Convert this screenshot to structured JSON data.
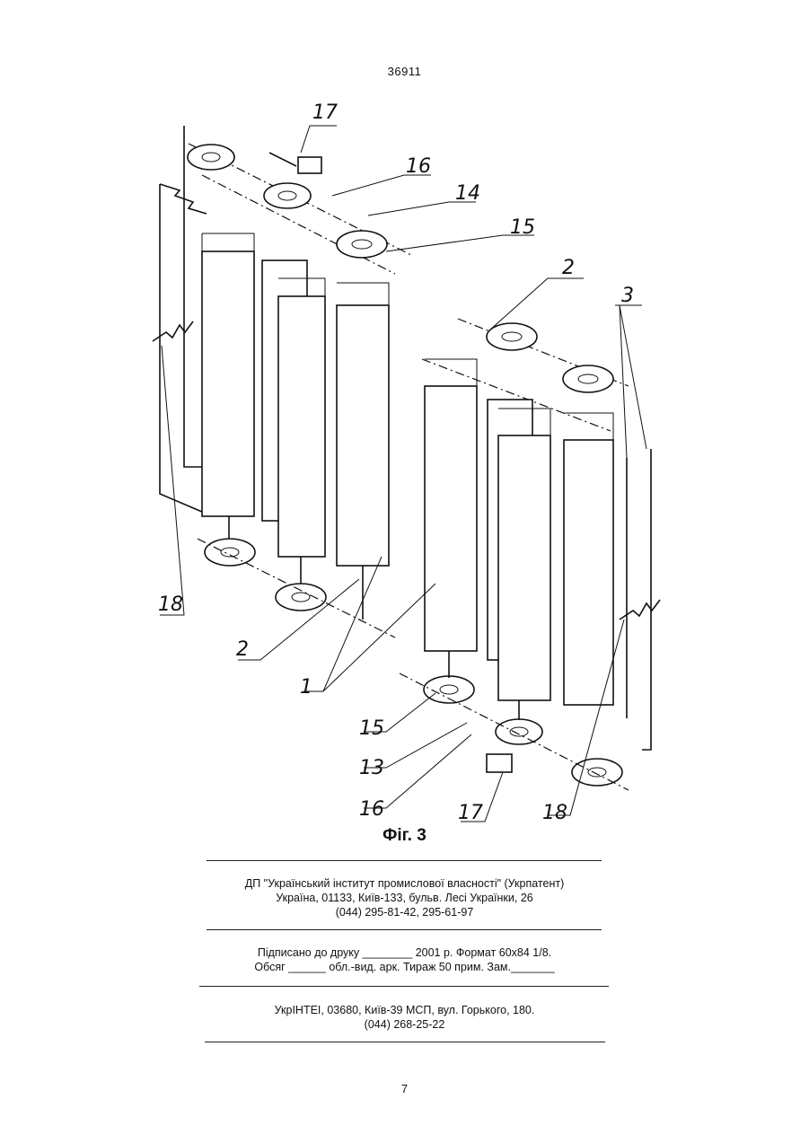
{
  "header": {
    "patent_number": "36911"
  },
  "figure": {
    "labels": [
      "17",
      "16",
      "14",
      "15",
      "2",
      "3",
      "18",
      "2",
      "1",
      "15",
      "13",
      "16",
      "17",
      "18"
    ],
    "caption": "Фіг. 3"
  },
  "publisher": {
    "line1": "ДП \"Український інститут промислової власності\" (Укрпатент)",
    "line2": "Україна, 01133, Київ-133, бульв. Лесі Українки, 26",
    "line3": "(044) 295-81-42, 295-61-97"
  },
  "print_info": {
    "line1": "Підписано до друку ________ 2001 р.    Формат 60х84 1/8.",
    "line2": "Обсяг ______ обл.-вид. арк.   Тираж 50 прим.    Зам._______"
  },
  "printer": {
    "line1": "УкрІНТЕІ, 03680, Київ-39 МСП, вул. Горького, 180.",
    "line2": "(044) 268-25-22"
  },
  "footer": {
    "page_number": "7"
  }
}
